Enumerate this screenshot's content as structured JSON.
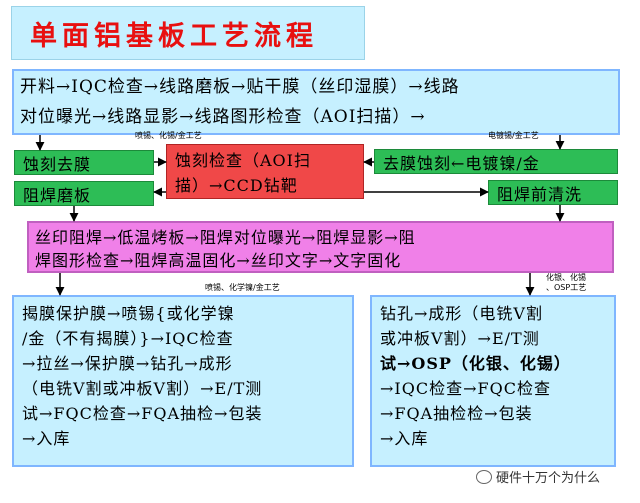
{
  "title": "单面铝基板工艺流程",
  "flow1": {
    "line1": "开料→IQC检查→线路磨板→贴干膜（丝印湿膜）→线路",
    "line2": "对位曝光→线路显影→线路图形检查（AOI扫描）→"
  },
  "branch_labels": {
    "left": "喷锡、化锡/金工艺",
    "right": "电镀锡/金工艺"
  },
  "etch_strip": "蚀刻去膜",
  "solder_grind": "阻焊磨板",
  "red_box": {
    "line1": "蚀刻检查（AOI扫",
    "line2": "描）→CCD钻靶"
  },
  "strip_plate": "去膜蚀刻←电镀镍/金",
  "pre_solder_clean": "阻焊前清洗",
  "pink_box": {
    "line1": "丝印阻焊→低温烤板→阻焊对位曝光→阻焊显影→阻",
    "line2": "焊图形检查→阻焊高温固化→丝印文字→文字固化"
  },
  "lower_labels": {
    "left": "喷锡、化学镍/金工艺",
    "right_line1": "化银、化锡",
    "right_line2": "、OSP工艺"
  },
  "left_box": {
    "lines": [
      "揭膜保护膜→喷锡{或化学镍",
      "/金（不有揭膜）}→IQC检查",
      "→拉丝→保护膜→钻孔→成形",
      "（电铣V割或冲板V割）→E/T测",
      "试→FQC检查→FQA抽检→包装",
      "→入库"
    ]
  },
  "right_box": {
    "lines": [
      "钻孔→成形（电铣V割",
      "或冲板V割）→E/T测",
      "试→OSP（化银、化锡）",
      "→IQC检查→FQC检查",
      "→FQA抽检检→包装",
      "→入库"
    ]
  },
  "watermark": "硬件十万个为什么",
  "colors": {
    "title": "#e81010",
    "light_blue": "#c6f0ff",
    "green": "#2dbd56",
    "red": "#f04848",
    "pink": "#f080e8"
  }
}
